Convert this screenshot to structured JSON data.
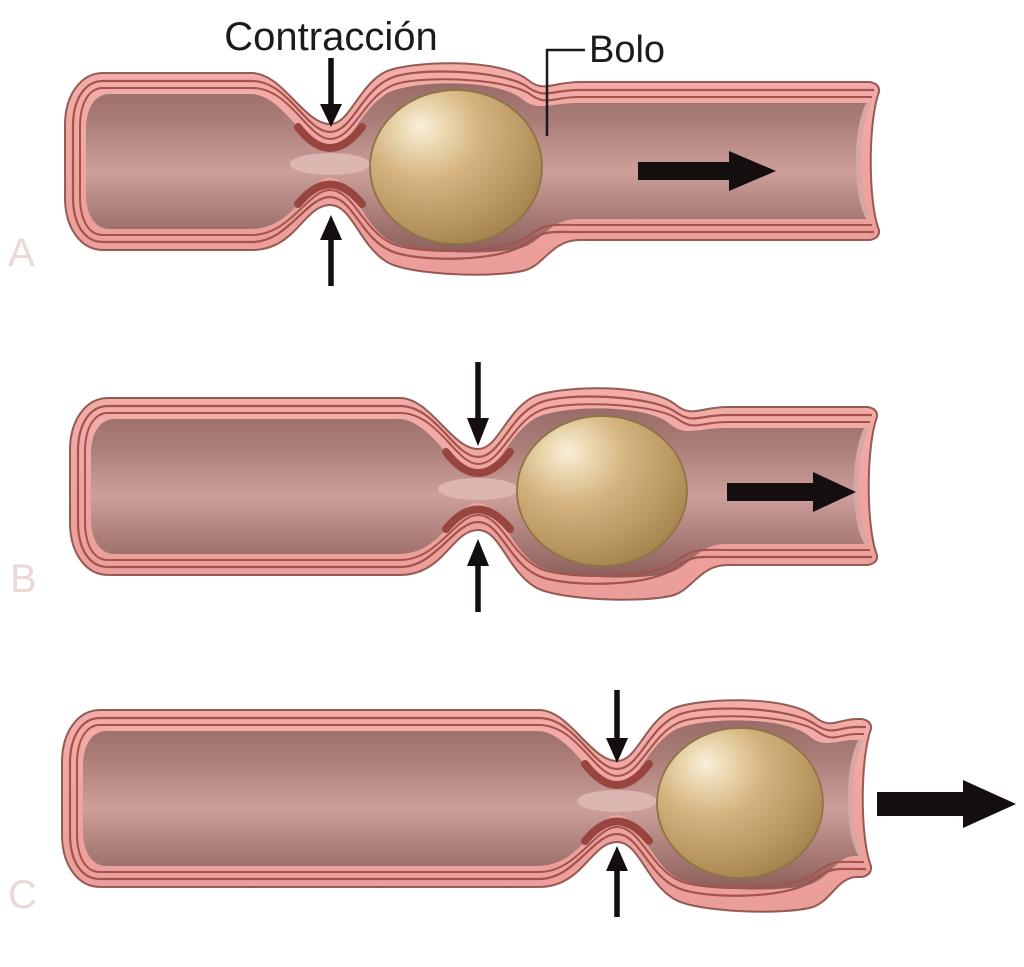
{
  "figure": {
    "labels": {
      "contraction": "Contracción",
      "bolus": "Bolo"
    },
    "stage_watermarks": [
      "A",
      "B",
      "C"
    ]
  },
  "icons": {
    "contraction_top_arrow": "down-arrow",
    "contraction_bottom_arrow": "up-arrow",
    "movement_arrow": "right-arrow"
  },
  "colors": {
    "background": "#ffffff",
    "text": "#1b1b1b",
    "arrow": "#140f0e",
    "wall_fill": "#efa4a0",
    "wall_layer_line": "#a3524c",
    "wall_outline": "#84473f",
    "wall_fold": "#99453f",
    "pinch_channel": "#dcb6b1",
    "lumen_light": "#cc9f9b",
    "lumen_dark": "#8d5f5b",
    "bolus_light": "#f8efdc",
    "bolus_mid": "#d4b27e",
    "bolus_dark": "#9a7b47",
    "bolus_outline": "#8a7545",
    "watermark": "#ead9d6"
  }
}
